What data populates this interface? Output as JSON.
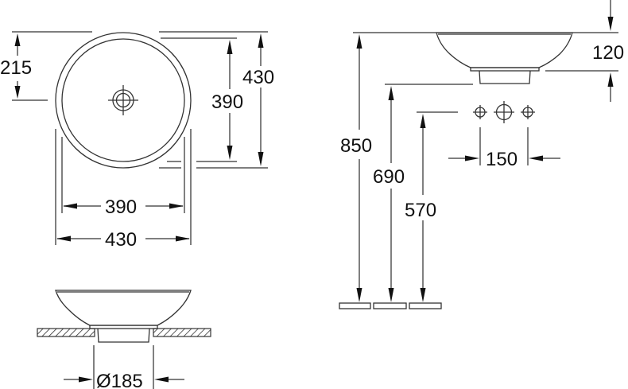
{
  "drawing": {
    "type": "technical dimension drawing",
    "subject": "round countertop washbasin",
    "units": "mm",
    "colors": {
      "line": "#555555",
      "outline": "#333333",
      "text": "#111111",
      "background": "#ffffff"
    }
  },
  "top_view": {
    "center_offset": "215",
    "inner_diameter_vertical": "390",
    "outer_diameter_vertical": "430",
    "inner_diameter_horizontal": "390",
    "outer_diameter_horizontal": "430",
    "drain_icon": "crosshair-circle"
  },
  "section_view": {
    "drain_cutout": "Ø185",
    "countertop_hatch": "diagonal-hatch"
  },
  "side_view": {
    "basin_height": "120",
    "rim_height": "850",
    "drain_height": "690",
    "tap_height": "570",
    "tap_spacing": "150",
    "tap_icons": [
      "small-crosshair",
      "large-crosshair",
      "small-crosshair"
    ]
  }
}
